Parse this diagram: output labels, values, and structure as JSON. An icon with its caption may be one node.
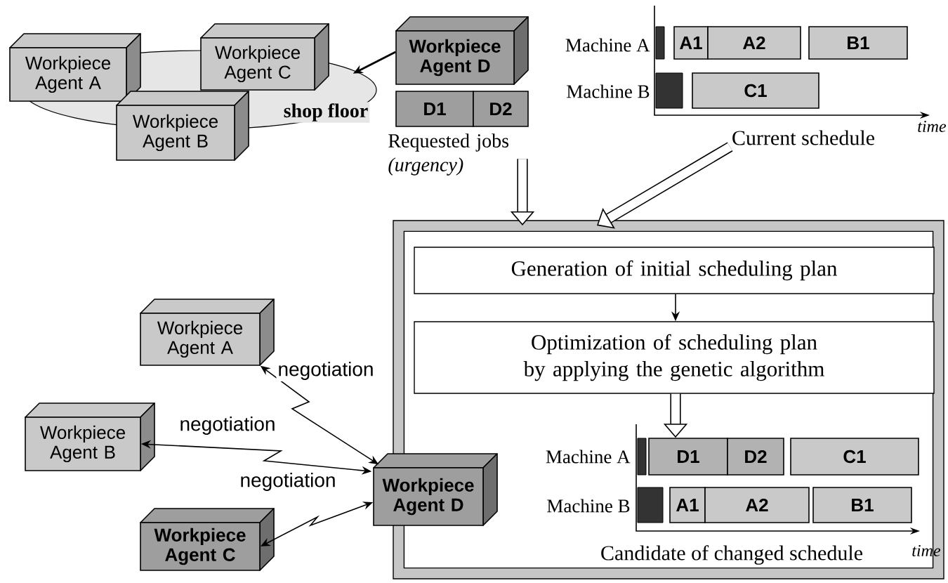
{
  "diagram": {
    "nodes": [
      {
        "text": [
          "shop floor"
        ]
      },
      {
        "text": [
          "Workpiece Agent A"
        ]
      },
      {
        "text": [
          "Workpiece Agent C"
        ]
      },
      {
        "text": [
          "Workpiece Agent B"
        ]
      },
      {
        "text": [
          "Workpiece Agent D"
        ]
      },
      {
        "text": [
          "D1"
        ]
      },
      {
        "text": [
          "D2"
        ]
      },
      {
        "text": [
          "Requested jobs *(urgency)*"
        ]
      },
      {
        "text": [
          "A1"
        ]
      },
      {
        "text": [
          "A2"
        ]
      },
      {
        "text": [
          "B1"
        ]
      },
      {
        "text": [
          "C1"
        ]
      },
      {
        "text": [
          "Current schedule"
        ]
      },
      {
        "text": [],
        "shape": "box"
      },
      {
        "text": [
          "Generation of initial scheduling plan"
        ],
        "in": 13
      },
      {
        "text": [
          "Optimization of scheduling plan by applying the genetic algorithm"
        ],
        "in": 13
      },
      {
        "text": [
          "D1"
        ],
        "in": 13
      },
      {
        "text": [
          "D2"
        ],
        "in": 13
      },
      {
        "text": [
          "C1"
        ],
        "in": 13
      },
      {
        "text": [
          "A1"
        ],
        "in": 13
      },
      {
        "text": [
          "A2"
        ],
        "in": 13
      },
      {
        "text": [
          "B1"
        ],
        "in": 13
      },
      {
        "text": [
          "Workpiece Agent A"
        ]
      },
      {
        "text": [
          "Workpiece Agent B"
        ]
      },
      {
        "text": [
          "Workpiece Agent D"
        ]
      },
      {
        "text": [
          "Workpiece Agent C"
        ]
      }
    ],
    "edges": [
      {
        "from": 4,
        "to": 0,
        "arrow": "to"
      },
      {
        "from": 7,
        "to": 13,
        "arrow": "to",
        "style": "thick"
      },
      {
        "from": 12,
        "to": 13,
        "arrow": "to",
        "style": "thick"
      },
      {
        "from": 14,
        "to": 15,
        "arrow": "to"
      },
      {
        "from": 15,
        "to": 16,
        "arrow": "to",
        "style": "thick"
      },
      {
        "from": 22,
        "to": 24,
        "arrow": "both",
        "label": "negotiation"
      },
      {
        "from": 23,
        "to": 24,
        "arrow": "both",
        "label": "negotiation"
      },
      {
        "from": 25,
        "to": 24,
        "arrow": "both",
        "label": "negotiation"
      }
    ],
    "labels": [
      "Machine A",
      "Machine B",
      "time",
      "Machine A",
      "Machine B",
      "time",
      "Candidate of changed schedule"
    ]
  }
}
